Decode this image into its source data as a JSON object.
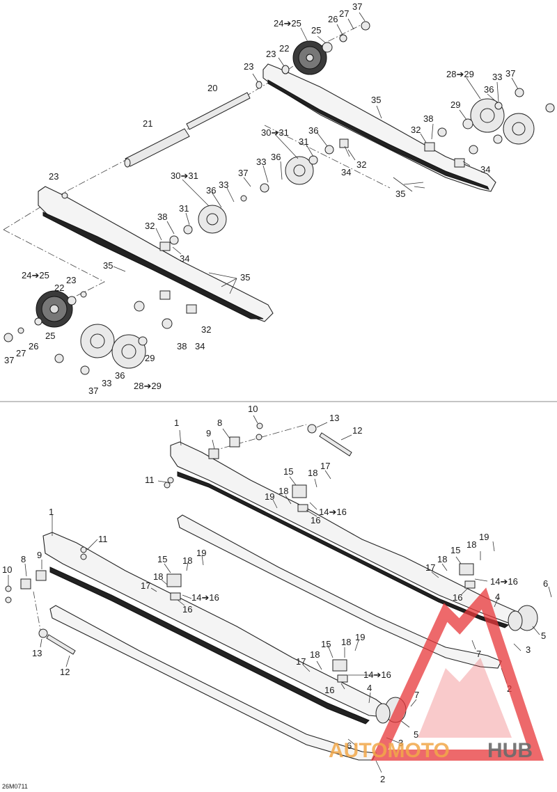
{
  "figure_code": "26M0711",
  "watermark": {
    "word_a": "AUTOMOTO",
    "word_b": "HUB",
    "accent_color": "#e8373a",
    "text_color": "#f2a84a"
  },
  "labels": {
    "l1": "24➔25",
    "l2": "25",
    "l3": "26",
    "l4": "27",
    "l5": "37",
    "l6": "22",
    "l7": "23",
    "l8": "23",
    "l9": "20",
    "l10": "28➔29",
    "l11": "33",
    "l12": "37",
    "l13": "36",
    "l14": "35",
    "l15": "29",
    "l16": "21",
    "l17": "30➔31",
    "l18": "38",
    "l19": "32",
    "l20": "31",
    "l21": "34",
    "l22": "32",
    "l23": "36",
    "l24": "33",
    "l25": "37",
    "l26": "36",
    "l27": "34",
    "l28": "35",
    "l29": "23",
    "l30": "30➔31",
    "l31": "36",
    "l32": "33",
    "l33": "38",
    "l34": "31",
    "l35": "32",
    "l36": "34",
    "l37": "35",
    "l38": "35",
    "l39": "24➔25",
    "l40": "23",
    "l41": "22",
    "l42": "32",
    "l43": "25",
    "l44": "26",
    "l45": "27",
    "l46": "37",
    "l47": "38",
    "l48": "34",
    "l49": "29",
    "l50": "36",
    "l51": "33",
    "l52": "37",
    "l53": "28➔29",
    "b1": "10",
    "b2": "13",
    "b3": "12",
    "b4": "1",
    "b5": "8",
    "b6": "9",
    "b7": "11",
    "b8": "15",
    "b9": "17",
    "b10": "18",
    "b11": "19",
    "b12": "18",
    "b13": "14➔16",
    "b14": "16",
    "b15": "1",
    "b16": "11",
    "b17": "10",
    "b18": "8",
    "b19": "9",
    "b20": "15",
    "b21": "18",
    "b22": "19",
    "b23": "17",
    "b24": "18",
    "b25": "14➔16",
    "b26": "16",
    "b27": "13",
    "b28": "12",
    "b29": "15",
    "b30": "18",
    "b31": "19",
    "b32": "18",
    "b33": "17",
    "b34": "14➔16",
    "b35": "16",
    "b36": "4",
    "b37": "6",
    "b38": "7",
    "b39": "3",
    "b40": "5",
    "b41": "2",
    "b42": "15",
    "b43": "18",
    "b44": "17",
    "b45": "19",
    "b46": "18",
    "b47": "14➔16",
    "b48": "16",
    "b49": "4",
    "b50": "7",
    "b51": "3",
    "b52": "5",
    "b53": "6",
    "b54": "2"
  }
}
